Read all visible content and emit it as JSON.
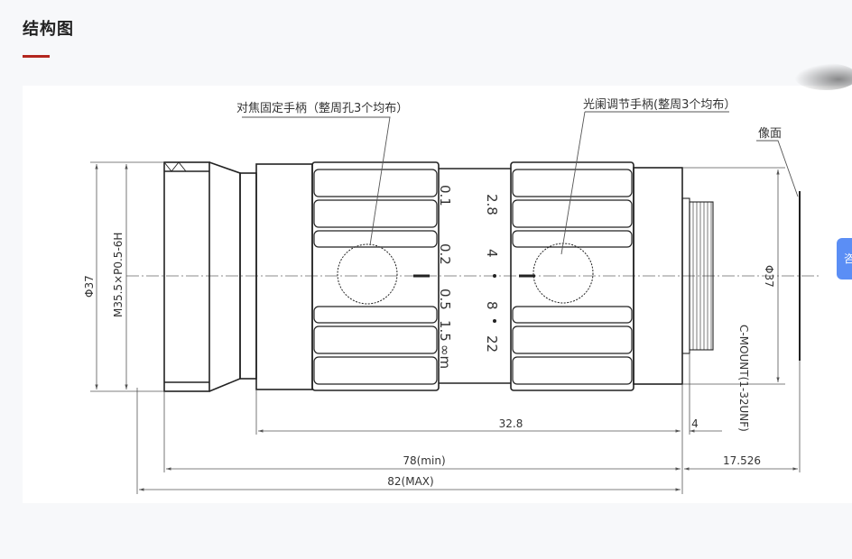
{
  "page": {
    "section_title": "结构图",
    "accent_color": "#b3261e"
  },
  "drawing": {
    "callouts": {
      "focus_handle": "对焦固定手柄（整周孔3个均布）",
      "iris_handle": "光阑调节手柄(整周3个均布）",
      "image_plane": "像面"
    },
    "left_labels": {
      "diameter": "Φ37",
      "thread": "M35.5×P0.5-6H"
    },
    "right_labels": {
      "mount": "C-MOUNT(1-32UNF)",
      "diameter": "Φ37"
    },
    "focus_scale": [
      "0.1",
      "0.2",
      "0.5",
      "1.5",
      "∞m"
    ],
    "aperture_scale": [
      "2.8",
      "4",
      "8",
      "22"
    ],
    "dimensions": {
      "d1": "32.8",
      "d2": "4",
      "d3": "78(min)",
      "d4": "17.526",
      "d5": "82(MAX)"
    }
  },
  "floating_button": {
    "label": "咨"
  }
}
